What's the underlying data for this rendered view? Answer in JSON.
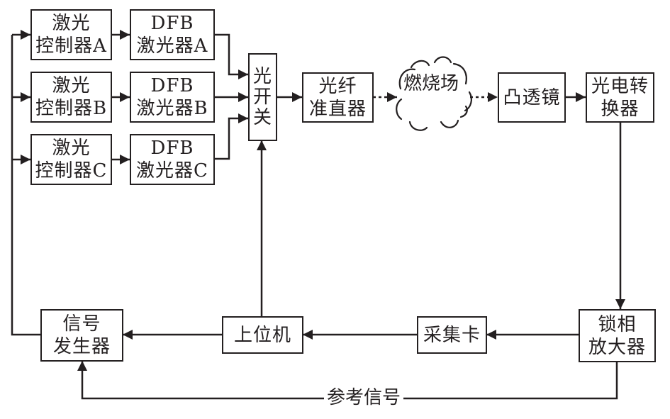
{
  "diagram": {
    "nodes": {
      "controller_a": [
        "激光",
        "控制器A"
      ],
      "controller_b": [
        "激光",
        "控制器B"
      ],
      "controller_c": [
        "激光",
        "控制器C"
      ],
      "dfb_a": [
        "DFB",
        "激光器A"
      ],
      "dfb_b": [
        "DFB",
        "激光器B"
      ],
      "dfb_c": [
        "DFB",
        "激光器C"
      ],
      "optical_switch": [
        "光",
        "开",
        "关"
      ],
      "collimator": [
        "光纤",
        "准直器"
      ],
      "combustion_field": "燃烧场",
      "convex_lens": "凸透镜",
      "photoelectric_converter": [
        "光电转",
        "换器"
      ],
      "lockin_amplifier": [
        "锁相",
        "放大器"
      ],
      "daq_card": "采集卡",
      "host_pc": "上位机",
      "signal_generator": [
        "信号",
        "发生器"
      ]
    },
    "edge_labels": {
      "reference_signal": "参考信号"
    },
    "edges": [
      {
        "from": "signal_generator",
        "to": "controller_a",
        "style": "solid"
      },
      {
        "from": "signal_generator",
        "to": "controller_b",
        "style": "solid"
      },
      {
        "from": "signal_generator",
        "to": "controller_c",
        "style": "solid"
      },
      {
        "from": "controller_a",
        "to": "dfb_a",
        "style": "solid"
      },
      {
        "from": "controller_b",
        "to": "dfb_b",
        "style": "solid"
      },
      {
        "from": "controller_c",
        "to": "dfb_c",
        "style": "solid"
      },
      {
        "from": "dfb_a",
        "to": "optical_switch",
        "style": "solid"
      },
      {
        "from": "dfb_b",
        "to": "optical_switch",
        "style": "solid"
      },
      {
        "from": "dfb_c",
        "to": "optical_switch",
        "style": "solid"
      },
      {
        "from": "optical_switch",
        "to": "collimator",
        "style": "solid"
      },
      {
        "from": "collimator",
        "to": "combustion_field",
        "style": "dotted"
      },
      {
        "from": "combustion_field",
        "to": "convex_lens",
        "style": "dotted"
      },
      {
        "from": "convex_lens",
        "to": "photoelectric_converter",
        "style": "solid"
      },
      {
        "from": "photoelectric_converter",
        "to": "lockin_amplifier",
        "style": "solid"
      },
      {
        "from": "lockin_amplifier",
        "to": "daq_card",
        "style": "solid"
      },
      {
        "from": "daq_card",
        "to": "host_pc",
        "style": "solid"
      },
      {
        "from": "host_pc",
        "to": "signal_generator",
        "style": "solid"
      },
      {
        "from": "host_pc",
        "to": "optical_switch",
        "style": "solid"
      },
      {
        "from": "lockin_amplifier",
        "to": "signal_generator",
        "style": "solid",
        "label": "参考信号"
      }
    ],
    "line_color": "#231f20"
  }
}
